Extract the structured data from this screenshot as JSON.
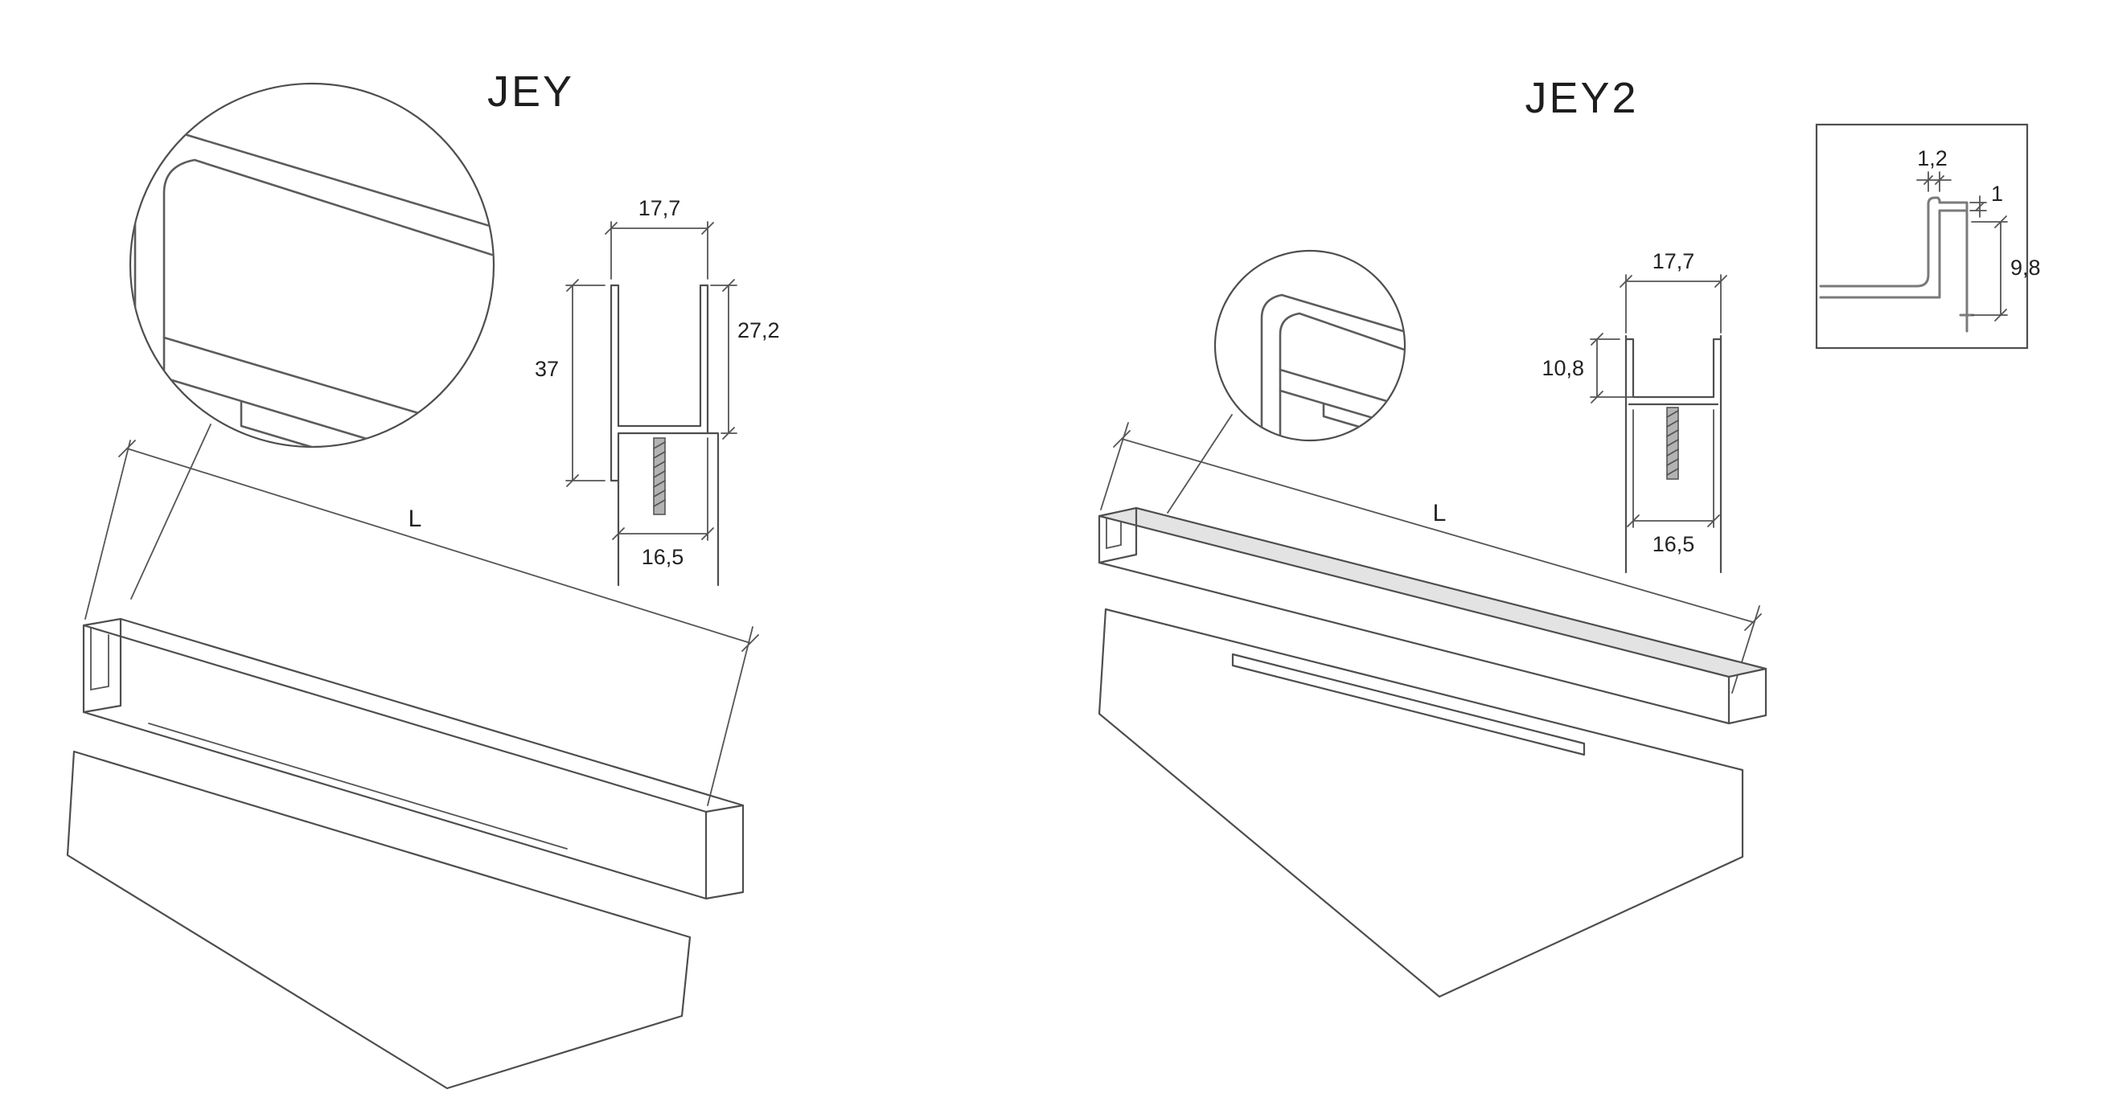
{
  "colors": {
    "line": "#4e4e4e",
    "text": "#1e1e1e",
    "detail_line": "#7a7a7a"
  },
  "jey": {
    "title": "JEY",
    "length_label": "L",
    "section": {
      "top_width": "17,7",
      "left_height": "37",
      "right_height": "27,2",
      "bottom_width": "16,5"
    }
  },
  "jey2": {
    "title": "JEY2",
    "length_label": "L",
    "section": {
      "top_width": "17,7",
      "left_height": "10,8",
      "bottom_width": "16,5"
    },
    "detail": {
      "wall_thickness": "1,2",
      "lip_height": "1",
      "wall_depth": "9,8"
    }
  }
}
